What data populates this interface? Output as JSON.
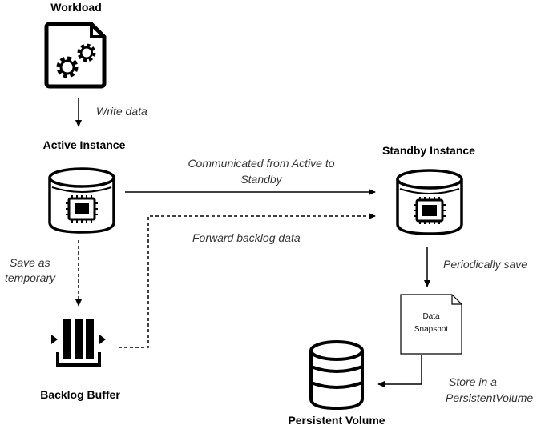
{
  "nodes": {
    "workload": "Workload",
    "active": "Active Instance",
    "standby": "Standby Instance",
    "backlog": "Backlog Buffer",
    "snapshot_line1": "Data",
    "snapshot_line2": "Snapshot",
    "persistent": "Persistent Volume"
  },
  "edges": {
    "write": "Write data",
    "communicated_line1": "Communicated from Active to",
    "communicated_line2": "Standby",
    "forward": "Forward backlog data",
    "save_line1": "Save as",
    "save_line2": "temporary",
    "periodic": "Periodically save",
    "store_line1": "Store in a",
    "store_line2": "PersistentVolume"
  },
  "icons": {
    "workload": "gears-document-icon",
    "instance": "database-chip-icon",
    "backlog": "queue-buffer-icon",
    "snapshot": "document-icon",
    "volume": "database-stack-icon"
  }
}
